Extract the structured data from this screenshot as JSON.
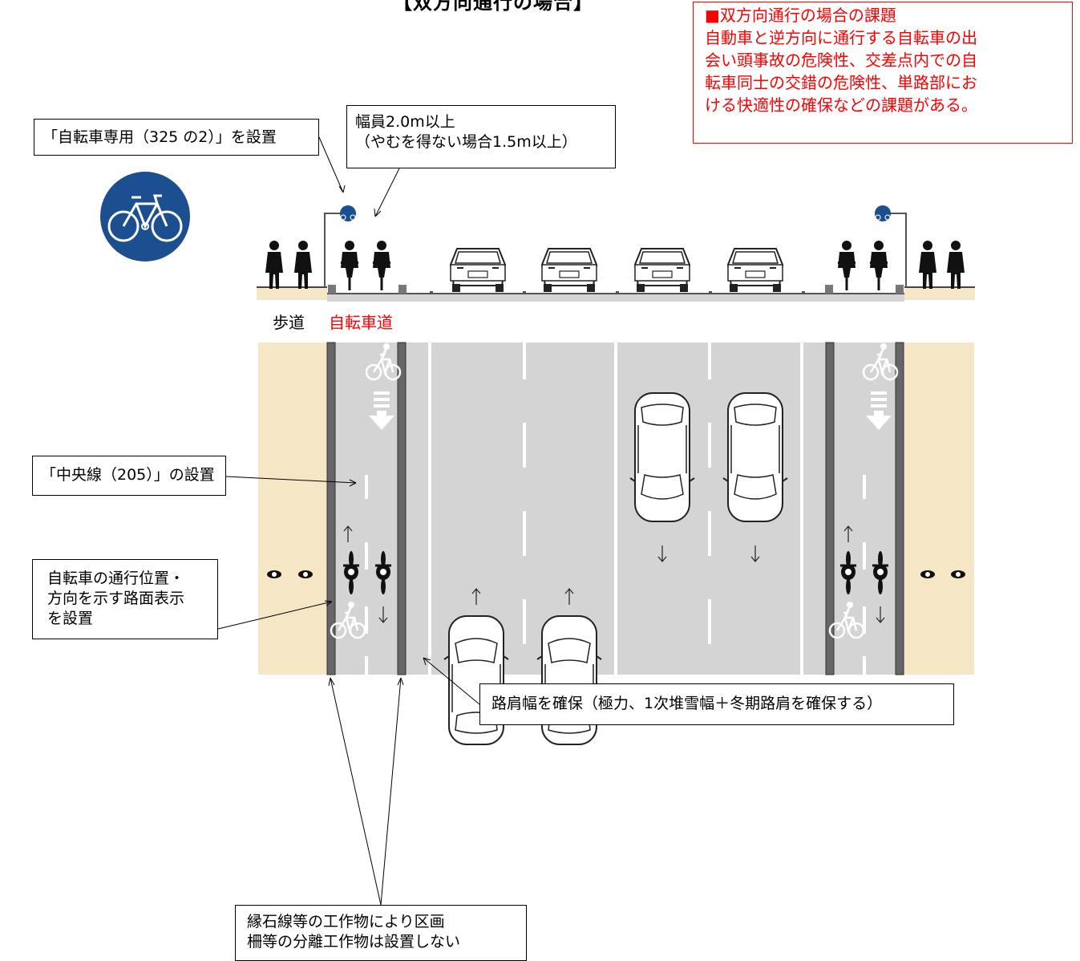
{
  "title": "【双方向通行の場合】",
  "issue_box": {
    "heading": "■双方向通行の場合の課題",
    "lines": [
      "自動車と逆方向に通行する自転車の出",
      "会い頭事故の危険性、交差点内での自",
      "転車同士の交錯の危険性、単路部にお",
      "ける快適性の確保などの課題がある。"
    ]
  },
  "callouts": {
    "sign": "「自転車専用（325 の2）」を設置",
    "width_line1": "幅員2.0m以上",
    "width_line2": "（やむを得ない場合1.5m以上）",
    "centerline": "「中央線（205）」の設置",
    "road_marking_line1": "自転車の通行位置・",
    "road_marking_line2": "方向を示す路面表示",
    "road_marking_line3": "を設置",
    "shoulder": "路肩幅を確保（極力、1次堆雪幅＋冬期路肩を確保する）",
    "curb_line1": "縁石線等の工作物により区画",
    "curb_line2": "柵等の分離工作物は設置しない"
  },
  "labels": {
    "sidewalk": "歩道",
    "bike_lane": "自転車道"
  },
  "colors": {
    "sidewalk": "#f5e6c5",
    "road": "#d4d4d4",
    "curb": "#666666",
    "sign_blue": "#1c4f8f",
    "issue_red": "#ff0000",
    "bike_lane_label": "#ff0000"
  }
}
